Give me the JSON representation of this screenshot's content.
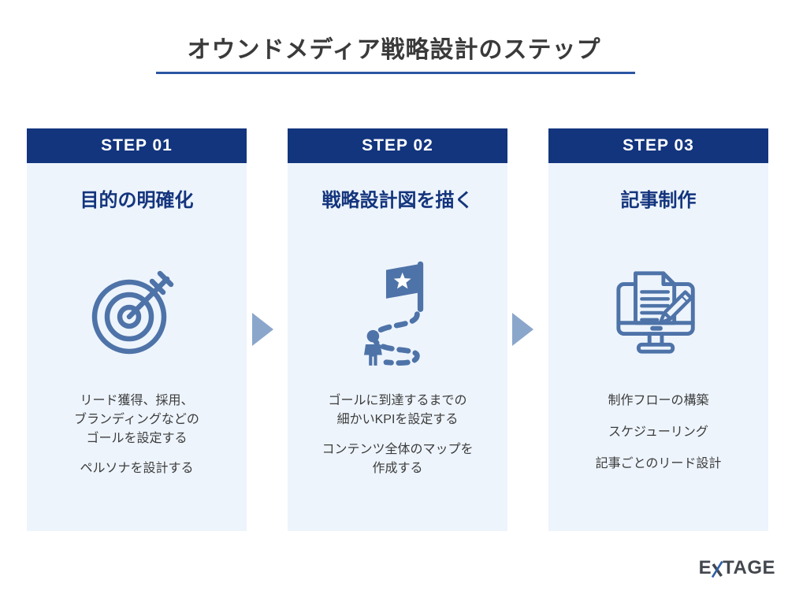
{
  "header": {
    "title": "オウンドメディア戦略設計のステップ"
  },
  "steps": [
    {
      "badge": "STEP 01",
      "title": "目的の明確化",
      "icon": "target-icon",
      "paragraphs": [
        "リード獲得、採用、\nブランディングなどの\nゴールを設定する",
        "ペルソナを設計する"
      ]
    },
    {
      "badge": "STEP 02",
      "title": "戦略設計図を描く",
      "icon": "route-to-goal-icon",
      "paragraphs": [
        "ゴールに到達するまでの\n細かいKPIを設定する",
        "コンテンツ全体のマップを\n作成する"
      ]
    },
    {
      "badge": "STEP 03",
      "title": "記事制作",
      "icon": "article-writing-icon",
      "paragraphs": [
        "制作フローの構築",
        "スケジューリング",
        "記事ごとのリード設計"
      ]
    }
  ],
  "logo": {
    "prefix": "E",
    "suffix": "TAGE"
  },
  "colors": {
    "navy_header": "#13357e",
    "navy_text": "#14357d",
    "card_background": "#edf4fc",
    "icon_blue": "#4e73a8",
    "arrow_blue": "#8ba6cb",
    "underline_blue": "#2b55a3",
    "body_text": "#3c3c3c",
    "logo_dark": "#43474e",
    "logo_accent": "#2f5fa8"
  }
}
